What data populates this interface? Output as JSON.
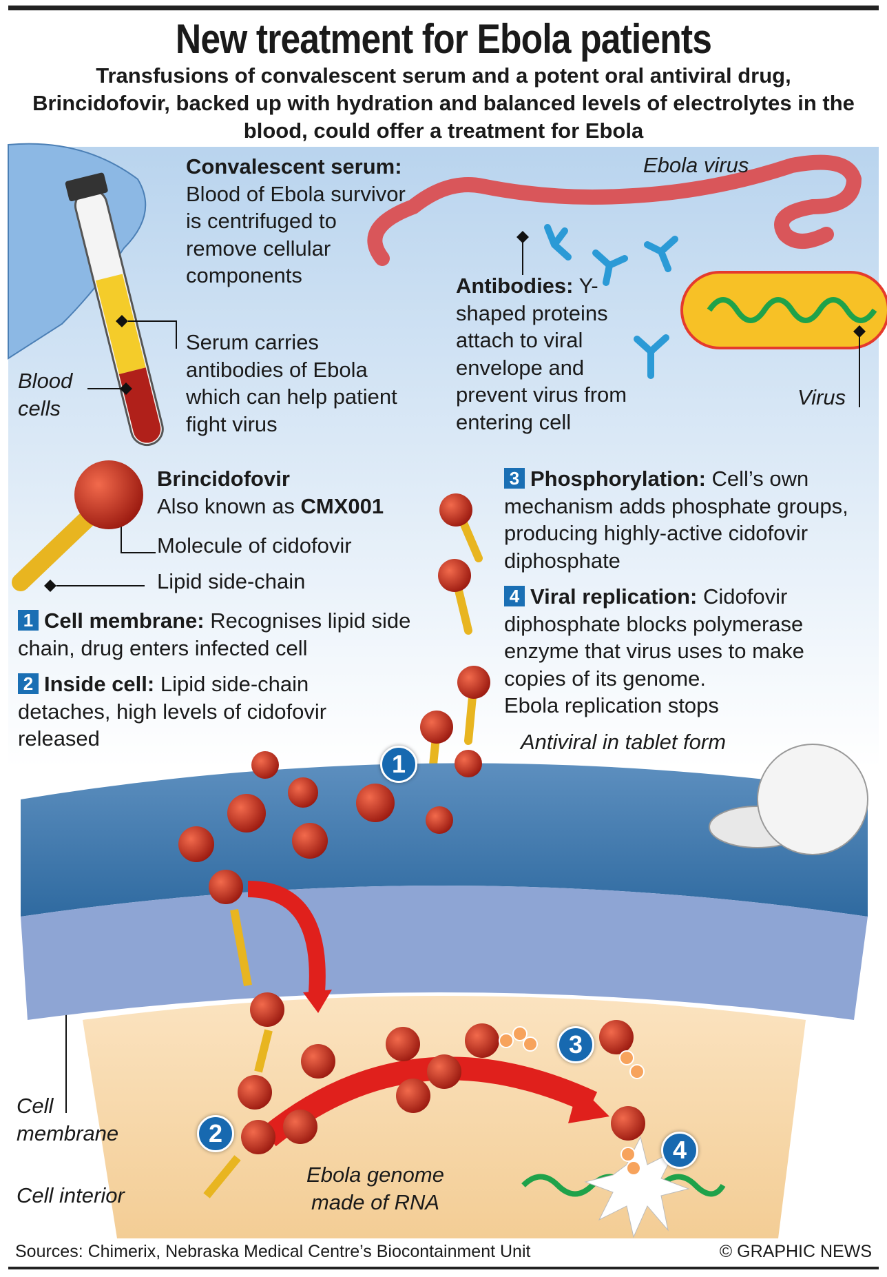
{
  "title": "New treatment for Ebola patients",
  "subtitle": "Transfusions of convalescent serum and a potent oral antiviral drug, Brincidofovir, backed up with hydration and balanced levels of electrolytes in the blood, could offer a treatment for Ebola",
  "serum": {
    "heading": "Convalescent serum:",
    "text": "Blood of Ebola survivor is centrifuged to remove cellular components",
    "note": "Serum carries antibodies of Ebola which can help patient fight virus",
    "blood_cells": "Blood cells"
  },
  "virus": {
    "ebola_label": "Ebola virus",
    "virus_label": "Virus",
    "antibodies_heading": "Antibodies:",
    "antibodies_text": "Y-shaped proteins attach to viral envelope and prevent virus from entering cell"
  },
  "drug": {
    "name": "Brincidofovir",
    "aka": "Also known as",
    "code": "CMX001",
    "molecule": "Molecule of cidofovir",
    "lipid": "Lipid side-chain"
  },
  "steps": [
    {
      "num": "1",
      "heading": "Cell membrane:",
      "text": "Recognises lipid side chain, drug enters infected cell"
    },
    {
      "num": "2",
      "heading": "Inside cell:",
      "text": "Lipid side-chain detaches, high levels of cidofovir released"
    },
    {
      "num": "3",
      "heading": "Phosphorylation:",
      "text": "Cell’s own mechanism adds phosphate groups, producing highly-active cidofovir diphosphate"
    },
    {
      "num": "4",
      "heading": "Viral replication:",
      "text": "Cidofovir diphosphate blocks polymerase enzyme that virus uses to make copies of its genome.",
      "text2": "Ebola replication stops"
    }
  ],
  "labels": {
    "tablet": "Antiviral in tablet form",
    "cell_membrane": "Cell membrane",
    "cell_interior": "Cell interior",
    "genome": "Ebola genome made of RNA"
  },
  "footer": {
    "sources": "Sources: Chimerix, Nebraska Medical Centre’s Biocontainment Unit",
    "credit": "© GRAPHIC NEWS"
  },
  "colors": {
    "panel": "#bcd6ee",
    "membrane": "#8fa6d2",
    "interior": "#f6d7a8",
    "molecule": "#c8281c",
    "arrow": "#e0201c",
    "step_blue": "#1a6fb4"
  }
}
